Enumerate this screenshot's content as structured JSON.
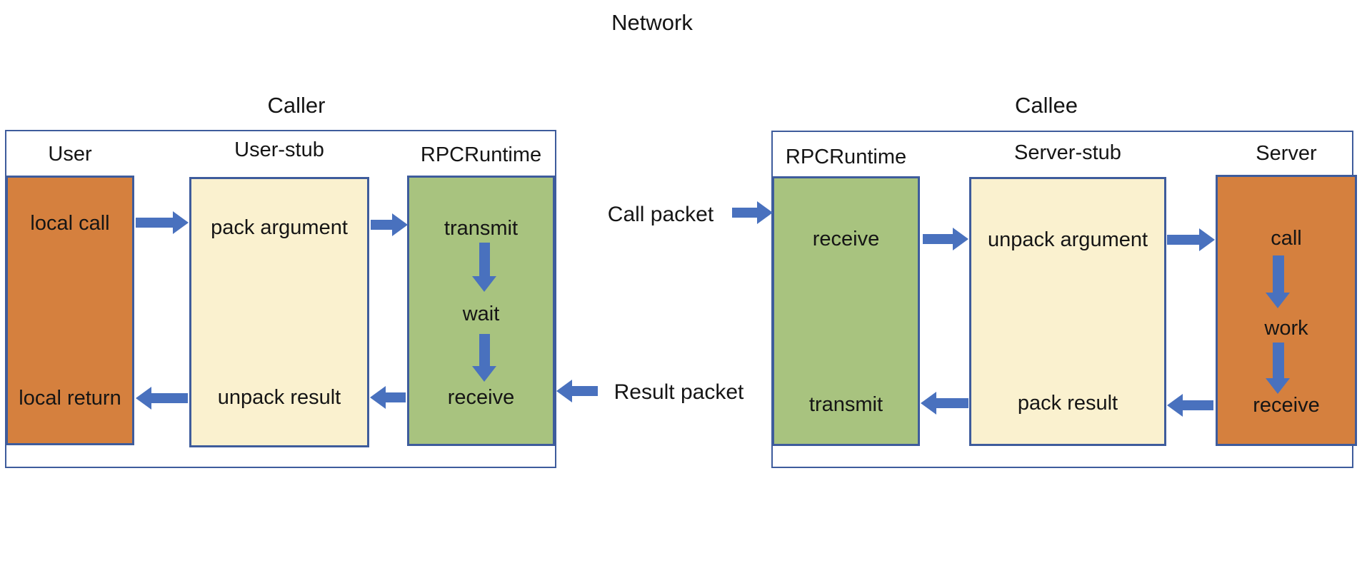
{
  "network": {
    "title": "Network",
    "call_packet_label": "Call packet",
    "result_packet_label": "Result packet"
  },
  "caller": {
    "label": "Caller",
    "columns": [
      {
        "header": "User",
        "steps": [
          "local call",
          "local return"
        ]
      },
      {
        "header": "User-stub",
        "steps": [
          "pack argument",
          "unpack result"
        ]
      },
      {
        "header": "RPCRuntime",
        "steps": [
          "transmit",
          "wait",
          "receive"
        ]
      }
    ]
  },
  "callee": {
    "label": "Callee",
    "columns": [
      {
        "header": "RPCRuntime",
        "steps": [
          "receive",
          "transmit"
        ]
      },
      {
        "header": "Server-stub",
        "steps": [
          "unpack argument",
          "pack result"
        ]
      },
      {
        "header": "Server",
        "steps": [
          "call",
          "work",
          "receive"
        ]
      }
    ]
  },
  "colors": {
    "orange": "#D5803E",
    "cream": "#FAF1CF",
    "green": "#A8C37F",
    "arrow": "#4971BE",
    "border": "#3E5C9C",
    "text": "#151515"
  }
}
